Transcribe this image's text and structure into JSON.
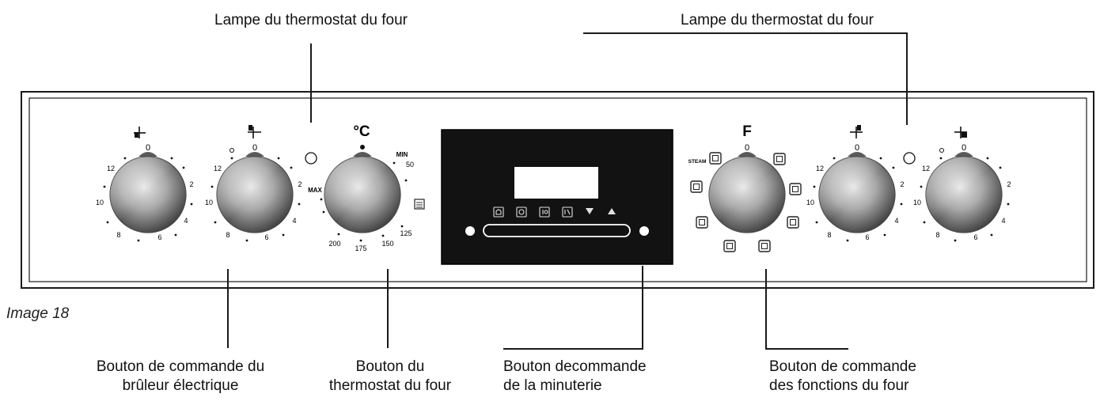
{
  "callouts": {
    "lamp_left": "Lampe du thermostat du four",
    "lamp_right": "Lampe du thermostat du four",
    "burner_line1": "Bouton de commande du",
    "burner_line2": "brûleur électrique",
    "thermostat_line1": "Bouton du",
    "thermostat_line2": "thermostat du four",
    "timer_line1": "Bouton decommande",
    "timer_line2": "de la minuterie",
    "functions_line1": "Bouton de commande",
    "functions_line2": "des fonctions du four"
  },
  "caption": "Image 18",
  "burner_scale": {
    "zero": "0",
    "n12": "12",
    "n2": "2",
    "n10": "10",
    "n4": "4",
    "n8": "8",
    "n6": "6"
  },
  "thermostat": {
    "symbol": "°C",
    "min": "MIN",
    "t50": "50",
    "max": "MAX",
    "t200": "200",
    "t175": "175",
    "t150": "150",
    "t125": "125"
  },
  "functions": {
    "symbol": "F",
    "zero": "0",
    "steam": "STEAM"
  },
  "colors": {
    "display_bg": "#121212",
    "screen": "#ffffff",
    "knob_dark": "#3a3a3a",
    "knob_light": "#d6d6d6"
  }
}
